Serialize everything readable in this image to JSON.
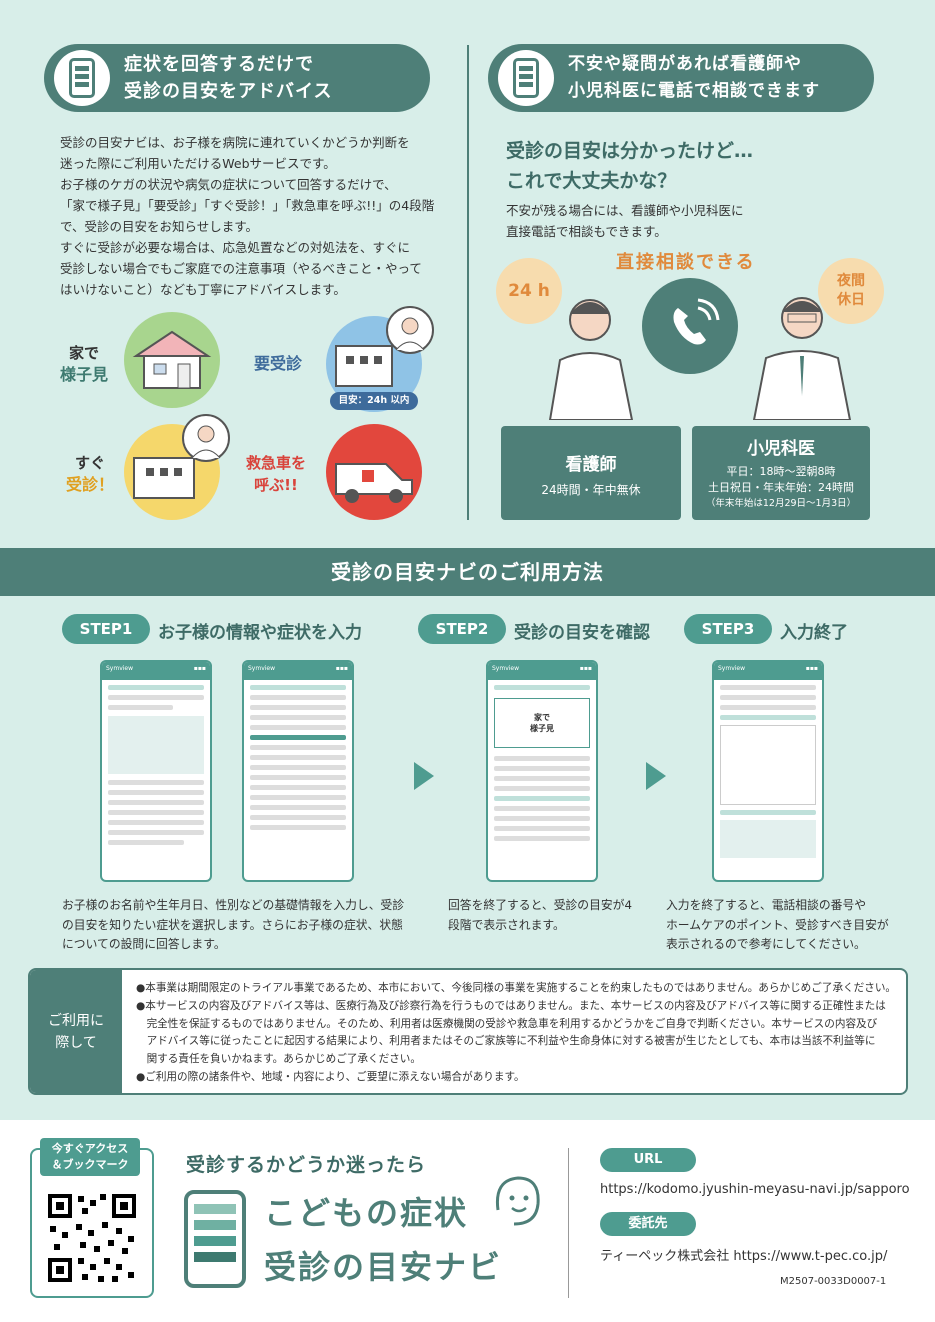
{
  "left": {
    "header_line1": "症状を回答するだけで",
    "header_line2": "受診の目安をアドバイス",
    "paragraph": [
      "受診の目安ナビは、お子様を病院に連れていくかどうか判断を",
      "迷った際にご利用いただけるWebサービスです。",
      "お子様のケガの状況や病気の症状について回答するだけで、",
      "「家で様子見」「要受診」「すぐ受診！」「救急車を呼ぶ!!」の4段階",
      "で、受診の目安をお知らせします。",
      "すぐに受診が必要な場合は、応急処置などの対処法を、すぐに",
      "受診しない場合でもご家庭での注意事項（やるべきこと・やって",
      "はいけないこと）なども丁寧にアドバイスします。"
    ],
    "levels": {
      "home1": "家で",
      "home2": "様子見",
      "visit": "要受診",
      "visit_badge": "目安：24h 以内",
      "soon1": "すぐ",
      "soon2": "受診！",
      "amb1": "救急車を",
      "amb2": "呼ぶ!!"
    }
  },
  "right": {
    "header_line1": "不安や疑問があれば看護師や",
    "header_line2": "小児科医に電話で相談できます",
    "question_line1": "受診の目安は分かったけど…",
    "question_line2": "これで大丈夫かな？",
    "paragraph": [
      "不安が残る場合には、看護師や小児科医に",
      "直接電話で相談もできます。"
    ],
    "direct": "直接相談できる",
    "bubble_24h": "24 h",
    "bubble_night1": "夜間",
    "bubble_night2": "休日",
    "nurse_title": "看護師",
    "nurse_hours": "24時間・年中無休",
    "doctor_title": "小児科医",
    "doctor_line1": "平日：18時～翌朝8時",
    "doctor_line2": "土日祝日・年末年始：24時間",
    "doctor_line3": "（年末年始は12月29日～1月3日）"
  },
  "howto": {
    "banner": "受診の目安ナビのご利用方法",
    "step1_badge": "STEP1",
    "step1_title": "お子様の情報や症状を入力",
    "step2_badge": "STEP2",
    "step2_title": "受診の目安を確認",
    "step3_badge": "STEP3",
    "step3_title": "入力終了",
    "mock_brand": "Symview",
    "mock_home1": "家で",
    "mock_home2": "様子見",
    "step1_desc": [
      "お子様のお名前や生年月日、性別などの基礎情報を入力し、受診",
      "の目安を知りたい症状を選択します。さらにお子様の症状、状態",
      "についての設問に回答します。"
    ],
    "step2_desc": [
      "回答を終了すると、受診の目安が4",
      "段階で表示されます。"
    ],
    "step3_desc": [
      "入力を終了すると、電話相談の番号や",
      "ホームケアのポイント、受診すべき目安が",
      "表示されるので参考にしてください。"
    ]
  },
  "notice": {
    "label1": "ご利用に",
    "label2": "際して",
    "lines": [
      "●本事業は期間限定のトライアル事業であるため、本市において、今後同様の事業を実施することを約束したものではありません。あらかじめご了承ください。",
      "●本サービスの内容及びアドバイス等は、医療行為及び診察行為を行うものではありません。また、本サービスの内容及びアドバイス等に関する正確性または",
      "　完全性を保証するものではありません。そのため、利用者は医療機関の受診や救急車を利用するかどうかをご自身で判断ください。本サービスの内容及び",
      "　アドバイス等に従ったことに起因する結果により、利用者またはそのご家族等に不利益や生命身体に対する被害が生じたとしても、本市は当該不利益等に",
      "　関する責任を負いかねます。あらかじめご了承ください。",
      "●ご利用の際の諸条件や、地域・内容により、ご要望に添えない場合があります。"
    ]
  },
  "footer": {
    "qr_label1": "今すぐアクセス",
    "qr_label2": "＆ブックマーク",
    "catch": "受診するかどうか迷ったら",
    "logo1": "こどもの症状",
    "logo2": "受診の目安ナビ",
    "url_tag": "URL",
    "url": "https://kodomo.jyushin-meyasu-navi.jp/sapporo",
    "consign_tag": "委託先",
    "consign": "ティーペック株式会社 https://www.t-pec.co.jp/",
    "code": "M2507-0033D0007-1"
  },
  "colors": {
    "primary": "#4e7f78",
    "accent": "#4e9c90",
    "bg": "#d8eee9",
    "orange": "#e08a3c",
    "red": "#d9433b"
  }
}
